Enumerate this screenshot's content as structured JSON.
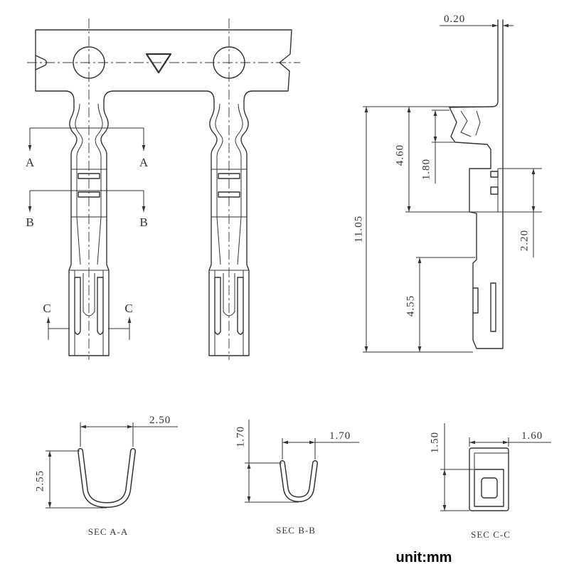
{
  "markers": {
    "a": "A",
    "b": "B",
    "c": "C"
  },
  "side_view": {
    "dim_top": "0.20",
    "dim_upper": "4.60",
    "dim_wing": "1.80",
    "dim_total": "11.05",
    "dim_window": "2.20",
    "dim_lower": "4.55"
  },
  "sections": [
    {
      "title": "SEC A-A",
      "width": "2.50",
      "height": "2.55"
    },
    {
      "title": "SEC B-B",
      "width": "1.70",
      "height": "1.70"
    },
    {
      "title": "SEC C-C",
      "width": "1.60",
      "height": "1.50"
    }
  ],
  "unit": "unit:mm",
  "colors": {
    "ink": "#333333",
    "paper": "#ffffff"
  }
}
